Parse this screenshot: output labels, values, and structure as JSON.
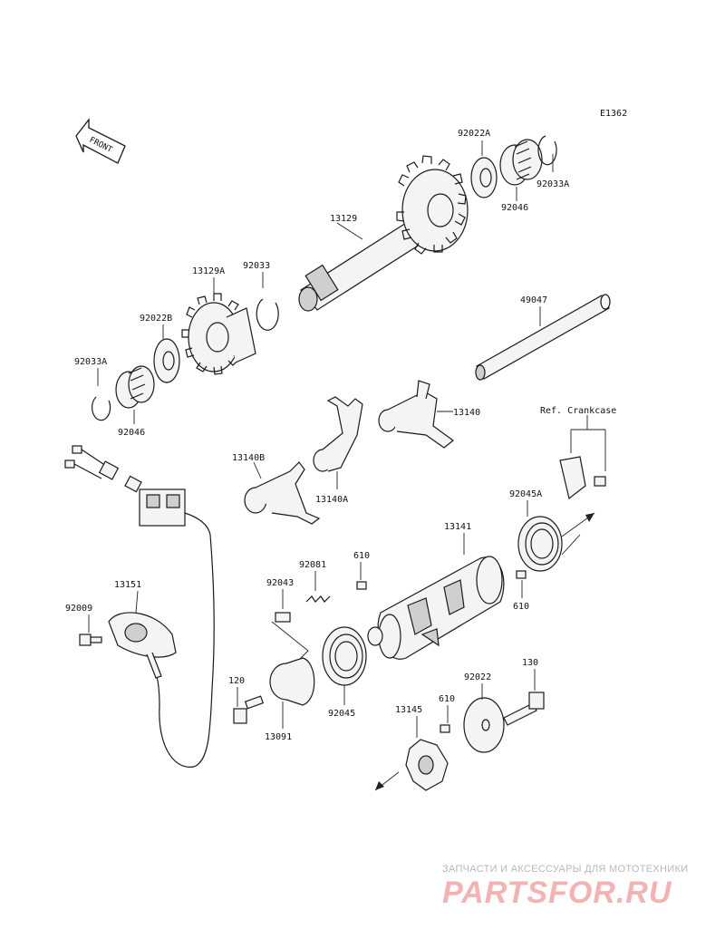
{
  "diagram_id": "E1362",
  "front_label": "FRONT",
  "ref_note": "Ref. Crankcase",
  "parts": {
    "p13129": "13129",
    "p92022A": "92022A",
    "p92033A_top": "92033A",
    "p92046_top": "92046",
    "p13129A": "13129A",
    "p92033": "92033",
    "p92022B": "92022B",
    "p92033A_left": "92033A",
    "p92046_left": "92046",
    "p49047": "49047",
    "p13140": "13140",
    "p13140B": "13140B",
    "p13140A": "13140A",
    "p92045A": "92045A",
    "p13141": "13141",
    "p610_top": "610",
    "p610_right": "610",
    "p92081": "92081",
    "p92043": "92043",
    "p13151": "13151",
    "p92009": "92009",
    "p120": "120",
    "p13091": "13091",
    "p92045": "92045",
    "p13145": "13145",
    "p610_bottom": "610",
    "p92022": "92022",
    "p130": "130"
  },
  "watermark": {
    "tagline": "ЗАПЧАСТИ И АКСЕССУАРЫ ДЛЯ МОТОТЕХНИКИ",
    "logo": "PARTSFOR.RU"
  }
}
